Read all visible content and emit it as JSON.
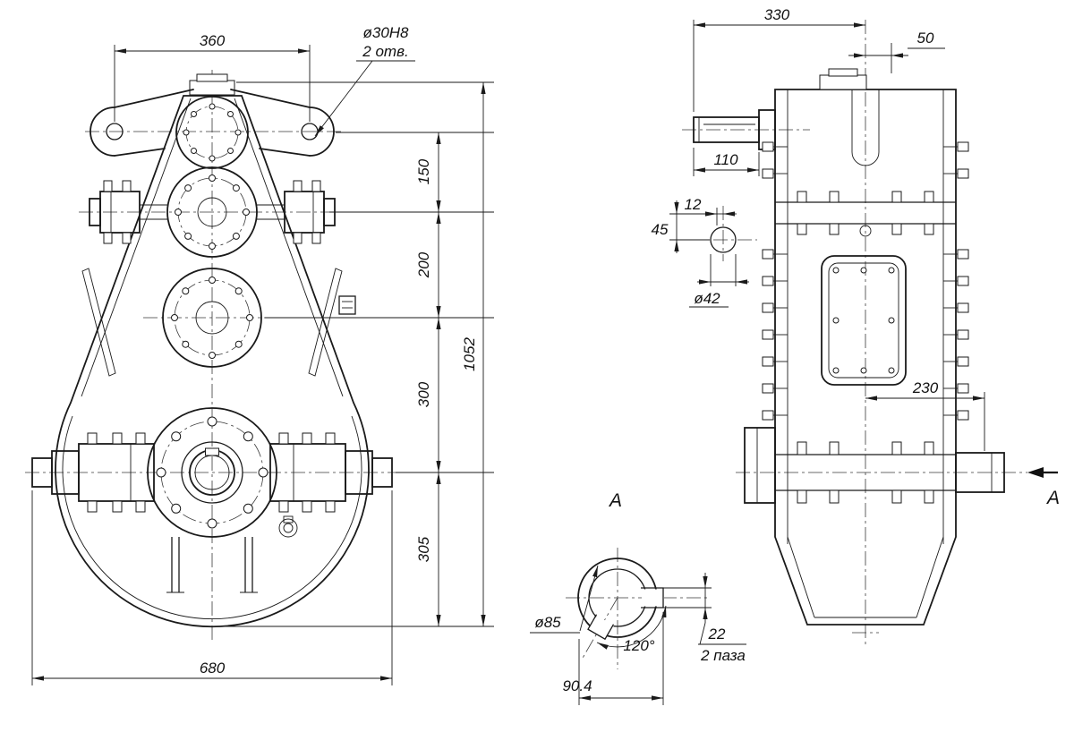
{
  "front": {
    "dim_360": "360",
    "note_dia": "ø30H8",
    "note_qty": "2 отв.",
    "dim_150": "150",
    "dim_200": "200",
    "dim_300": "300",
    "dim_305": "305",
    "dim_1052": "1052",
    "dim_680": "680"
  },
  "side": {
    "dim_330": "330",
    "dim_50": "50",
    "dim_110": "110",
    "dim_12": "12",
    "dim_45": "45",
    "dim_42": "ø42",
    "dim_230": "230",
    "label_a_left": "А",
    "label_a_right": "А"
  },
  "detail": {
    "dim_85": "ø85",
    "dim_120": "120°",
    "dim_22": "22",
    "note_keyways": "2 паза",
    "dim_904": "90.4"
  }
}
